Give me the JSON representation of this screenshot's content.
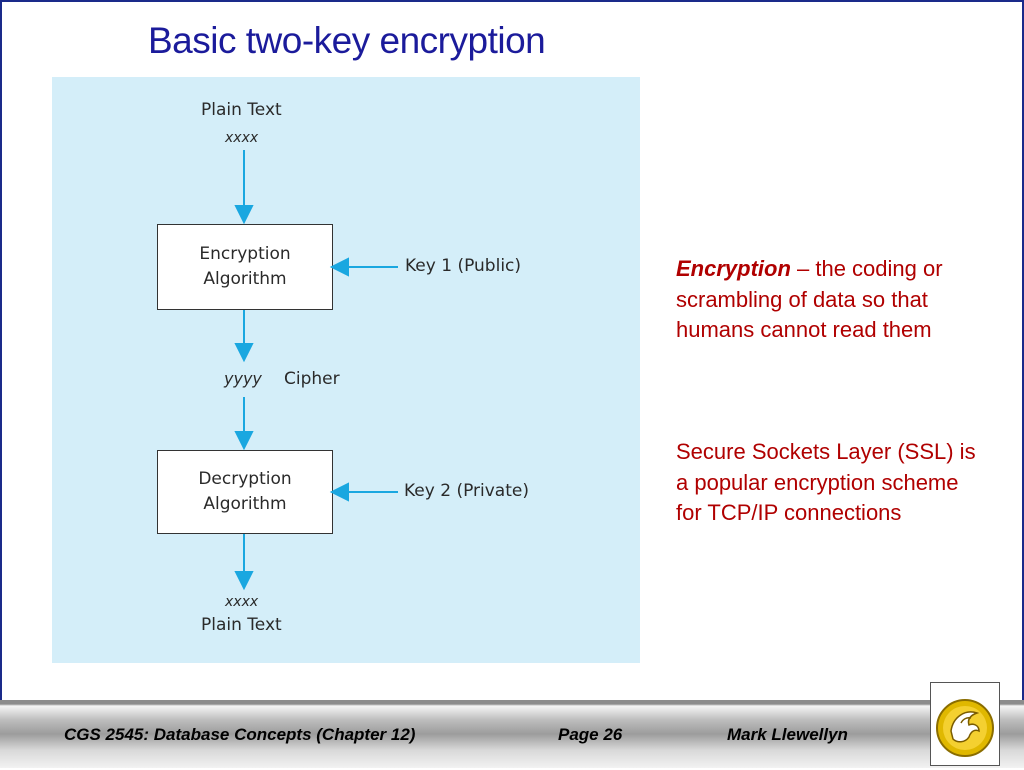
{
  "slide": {
    "title": "Basic two-key encryption"
  },
  "diagram": {
    "plain_text_top": "Plain Text",
    "plain_value_top": "xxxx",
    "encryption_box": [
      "Encryption",
      "Algorithm"
    ],
    "key1": "Key 1 (Public)",
    "cipher_value": "yyyy",
    "cipher_label": "Cipher",
    "decryption_box": [
      "Decryption",
      "Algorithm"
    ],
    "key2": "Key 2 (Private)",
    "plain_value_bottom": "xxxx",
    "plain_text_bottom": "Plain Text",
    "arrow_color": "#1aa7e0"
  },
  "sidebar": {
    "term": "Encryption",
    "definition": " – the coding or scrambling of data so that humans cannot read them",
    "note": "Secure Sockets Layer (SSL) is a popular encryption scheme for TCP/IP connections"
  },
  "footer": {
    "course": "CGS 2545: Database Concepts  (Chapter 12)",
    "page": "Page 26",
    "author": "Mark Llewellyn"
  },
  "colors": {
    "title": "#1b1b9b",
    "sidebar_text": "#b00000",
    "diagram_background": "#d4eef9"
  }
}
